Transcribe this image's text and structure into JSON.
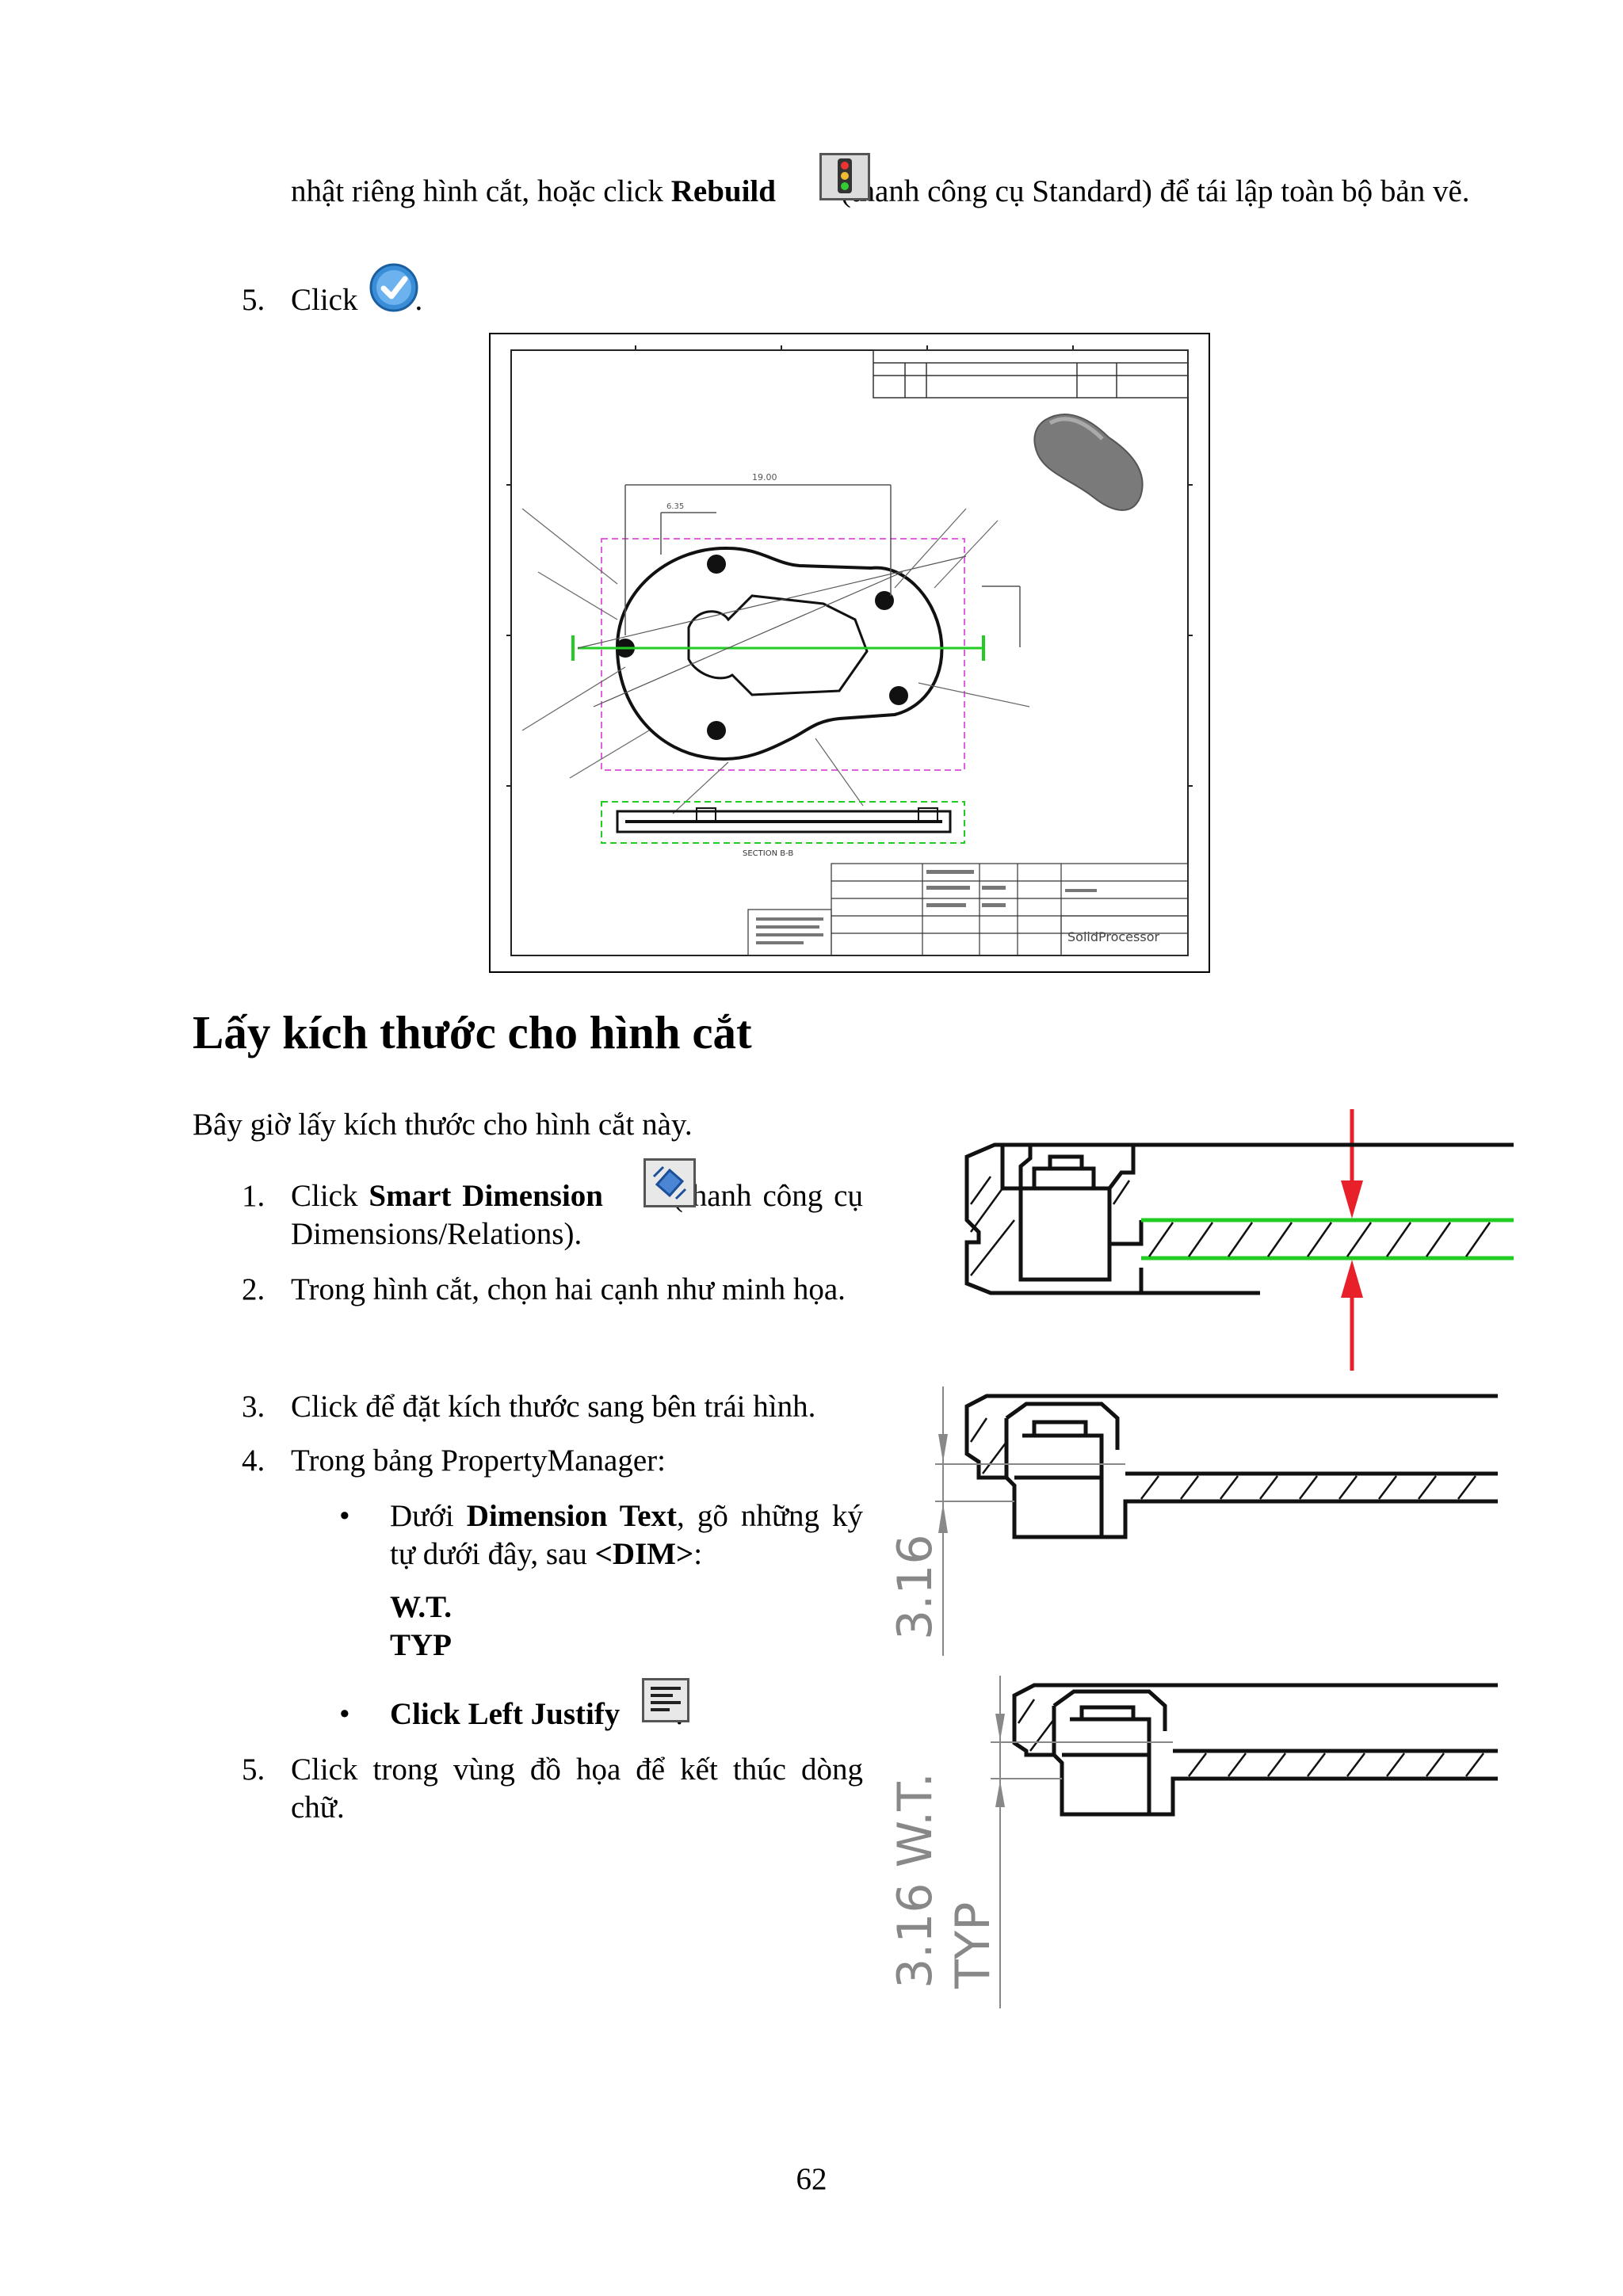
{
  "top": {
    "line1_pre": "nhật riêng hình cắt, hoặc click ",
    "line1_bold": "Rebuild",
    "line1_post": " (thanh công cụ Standard) để tái lập toàn bộ bản vẽ.",
    "step5_num": "5.",
    "step5_text": "Click",
    "step5_tail": ".",
    "rebuild_icon": "traffic-light-icon",
    "ok_icon": "green-check-icon"
  },
  "drawing": {
    "dim_top": "19.00",
    "dim_top2": "6.35",
    "company": "SolidProcessor",
    "section_label": "SECTION B-B"
  },
  "heading": "Lấy kích thước cho hình cắt",
  "intro": "Bây giờ lấy kích thước cho hình cắt này.",
  "steps": [
    {
      "num": "1.",
      "pre": "Click ",
      "bold": "Smart Dimension",
      "post": " (thanh công cụ Dimensions/Relations)."
    },
    {
      "num": "2.",
      "text": "Trong hình cắt, chọn hai cạnh như minh họa."
    },
    {
      "num": "3.",
      "text": "Click để đặt kích thước sang bên trái hình."
    },
    {
      "num": "4.",
      "text": "Trong bảng PropertyManager:"
    },
    {
      "num": "5.",
      "text": "Click trong vùng đồ họa để kết thúc dòng chữ."
    }
  ],
  "bullets": [
    {
      "pre": "Dưới ",
      "bold": "Dimension Text",
      "post": ", gõ những ký tự dưới đây, sau ",
      "bold2": "<DIM>",
      "post2": ":"
    },
    {
      "bold": "Click Left Justify",
      "post": "."
    }
  ],
  "dim_text_lines": [
    "W.T.",
    "TYP"
  ],
  "figures": {
    "fig2_dim": "3.16",
    "fig3_dim": "3.16 W.T.",
    "fig3_typ": "TYP"
  },
  "page_number": "62",
  "colors": {
    "green": "#22cc22",
    "red": "#e8202a",
    "magenta": "#e060e0"
  }
}
